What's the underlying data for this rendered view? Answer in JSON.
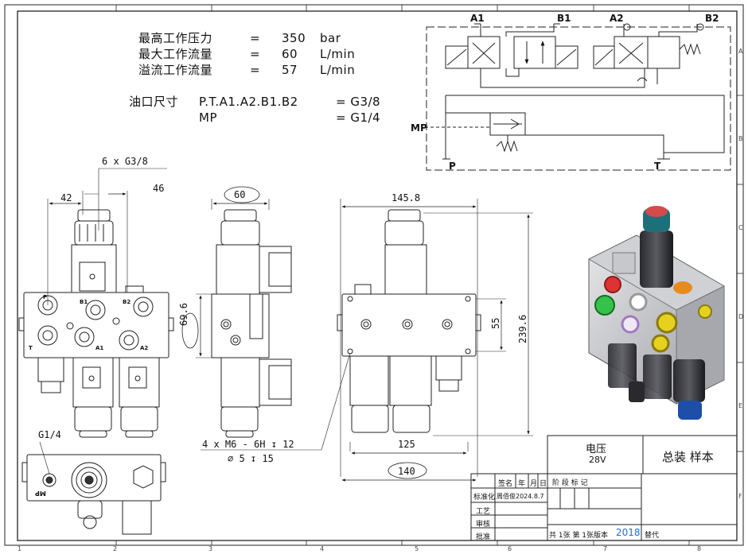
{
  "specs": [
    {
      "label": "最高工作压力",
      "eq": "=",
      "value": "350",
      "unit": "bar"
    },
    {
      "label": "最大工作流量",
      "eq": "=",
      "value": "60",
      "unit": "L/min"
    },
    {
      "label": "溢流工作流量",
      "eq": "=",
      "value": "57",
      "unit": "L/min"
    }
  ],
  "ports": {
    "label": "油口尺寸",
    "line1_ports": "P.T.A1.A2.B1.B2",
    "line1_eq": "= G3/8",
    "line2_port": "MP",
    "line2_eq": "= G1/4"
  },
  "schematic": {
    "A1": "A1",
    "B1": "B1",
    "A2": "A2",
    "B2": "B2",
    "MP": "MP",
    "P": "P",
    "T": "T"
  },
  "dimensions": {
    "thread_count": "6 x  G3/8",
    "d42": "42",
    "d46": "46",
    "d60": "60",
    "d69": "69.6",
    "d145": "145.8",
    "d55": "55",
    "d239": "239.6",
    "d125": "125",
    "d140": "140",
    "mount1": "4 x  M6 - 6H ↧ 12",
    "mount2": "∅ 5 ↧ 15",
    "g14": "G1/4",
    "mp_view": "MP"
  },
  "block_ports": {
    "P": "P",
    "B1": "B1",
    "B2": "B2",
    "T": "T",
    "A1": "A1",
    "A2": "A2"
  },
  "title_block": {
    "voltage_label": "电压",
    "voltage_value": "28V",
    "title": "总装 样本",
    "sign": "签名",
    "year": "年",
    "month": "月",
    "day": "日",
    "stage_mark": "阶 段 标 记",
    "std": "标准化",
    "std_name": "周佰俊2024.8.7",
    "process": "工艺",
    "review": "审核",
    "approve": "批准",
    "sheets": "共 1张 第 1张版本",
    "version": "2018",
    "replace": "替代"
  },
  "grid_bottom": [
    "1",
    "2",
    "3",
    "4",
    "5",
    "6",
    "7",
    "8"
  ],
  "grid_right": [
    "A",
    "B",
    "C",
    "D",
    "E",
    "F"
  ],
  "colors": {
    "line": "#1a1a1a",
    "version_blue": "#1e6fd9",
    "red": "#d33",
    "teal": "#1d6f7a",
    "orange": "#e88a20"
  }
}
